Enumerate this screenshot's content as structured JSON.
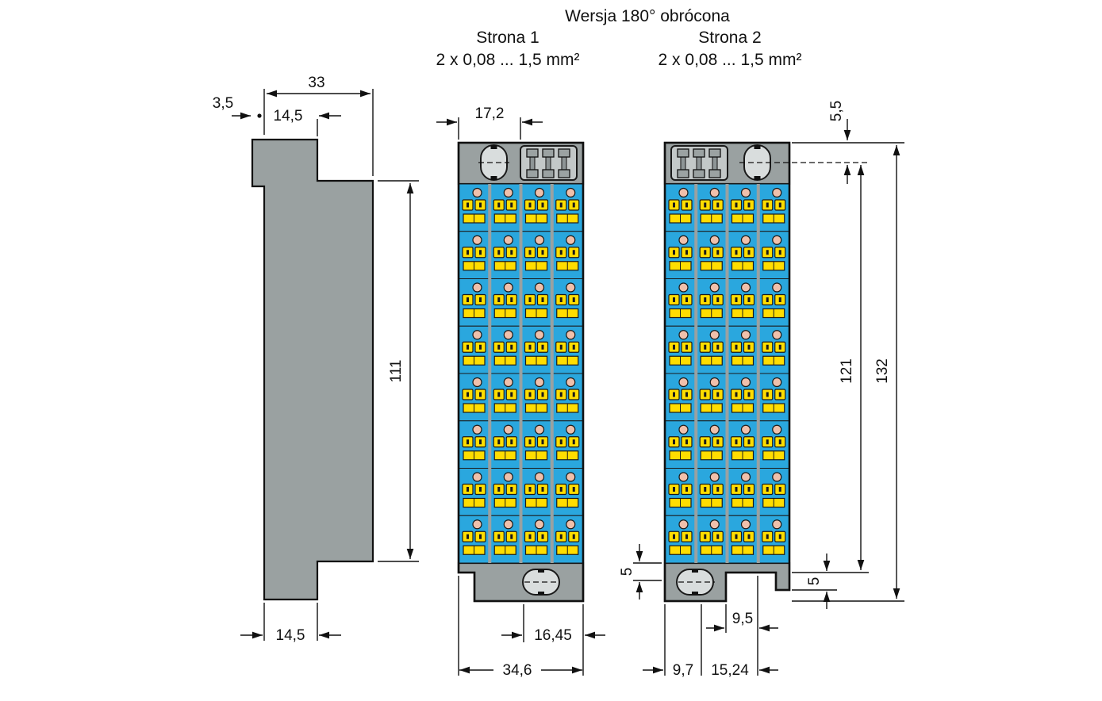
{
  "title": "Wersja 180° obrócona",
  "views": {
    "strona1": {
      "label": "Strona 1",
      "spec": "2 x 0,08 ... 1,5 mm²"
    },
    "strona2": {
      "label": "Strona 2",
      "spec": "2 x 0,08 ... 1,5 mm²"
    }
  },
  "dimensions": {
    "side": {
      "width": "33",
      "flange_offset": "3,5",
      "flange_width": "14,5",
      "body_height": "111",
      "foot_width": "14,5"
    },
    "strona1": {
      "top_width": "17,2",
      "slot_width": "16,45",
      "total_width": "34,6"
    },
    "strona2": {
      "top_offset": "5,5",
      "inner_height": "121",
      "total_height": "132",
      "step_left": "5",
      "step_right": "5",
      "slot_offset": "9,5",
      "pitch_a": "9,7",
      "pitch_b": "15,24"
    }
  },
  "grid": {
    "rows": 8,
    "cols": 4
  },
  "colors": {
    "body_gray": "#9aa1a1",
    "panel_blue": "#2aa7de",
    "button_yellow": "#ffdd00",
    "port_pink": "#f0c0ab",
    "slot_gray": "#d9dddd",
    "contact_gray": "#8e9596",
    "outline": "#1a1a1a"
  }
}
